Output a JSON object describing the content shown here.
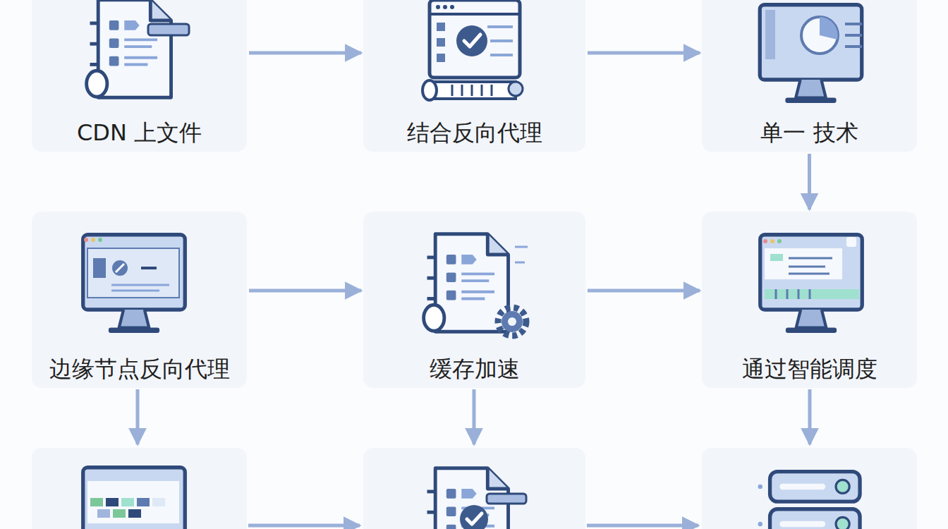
{
  "diagram": {
    "nodes": [
      {
        "text": [
          "CDN 上文件"
        ]
      },
      {
        "text": [
          "结合反向代理"
        ]
      },
      {
        "text": [
          "单一 技术"
        ]
      },
      {
        "text": [
          "边缘节点反向代理"
        ]
      },
      {
        "text": [
          "缓存加速"
        ]
      },
      {
        "text": [
          "通过智能调度"
        ]
      }
    ],
    "edges": [
      {
        "from": 0,
        "to": 1,
        "arrow": "to"
      },
      {
        "from": 1,
        "to": 2,
        "arrow": "to"
      },
      {
        "from": 2,
        "to": 5,
        "arrow": "to"
      },
      {
        "from": 3,
        "to": 4,
        "arrow": "to"
      },
      {
        "from": 4,
        "to": 5,
        "arrow": "to"
      }
    ]
  }
}
